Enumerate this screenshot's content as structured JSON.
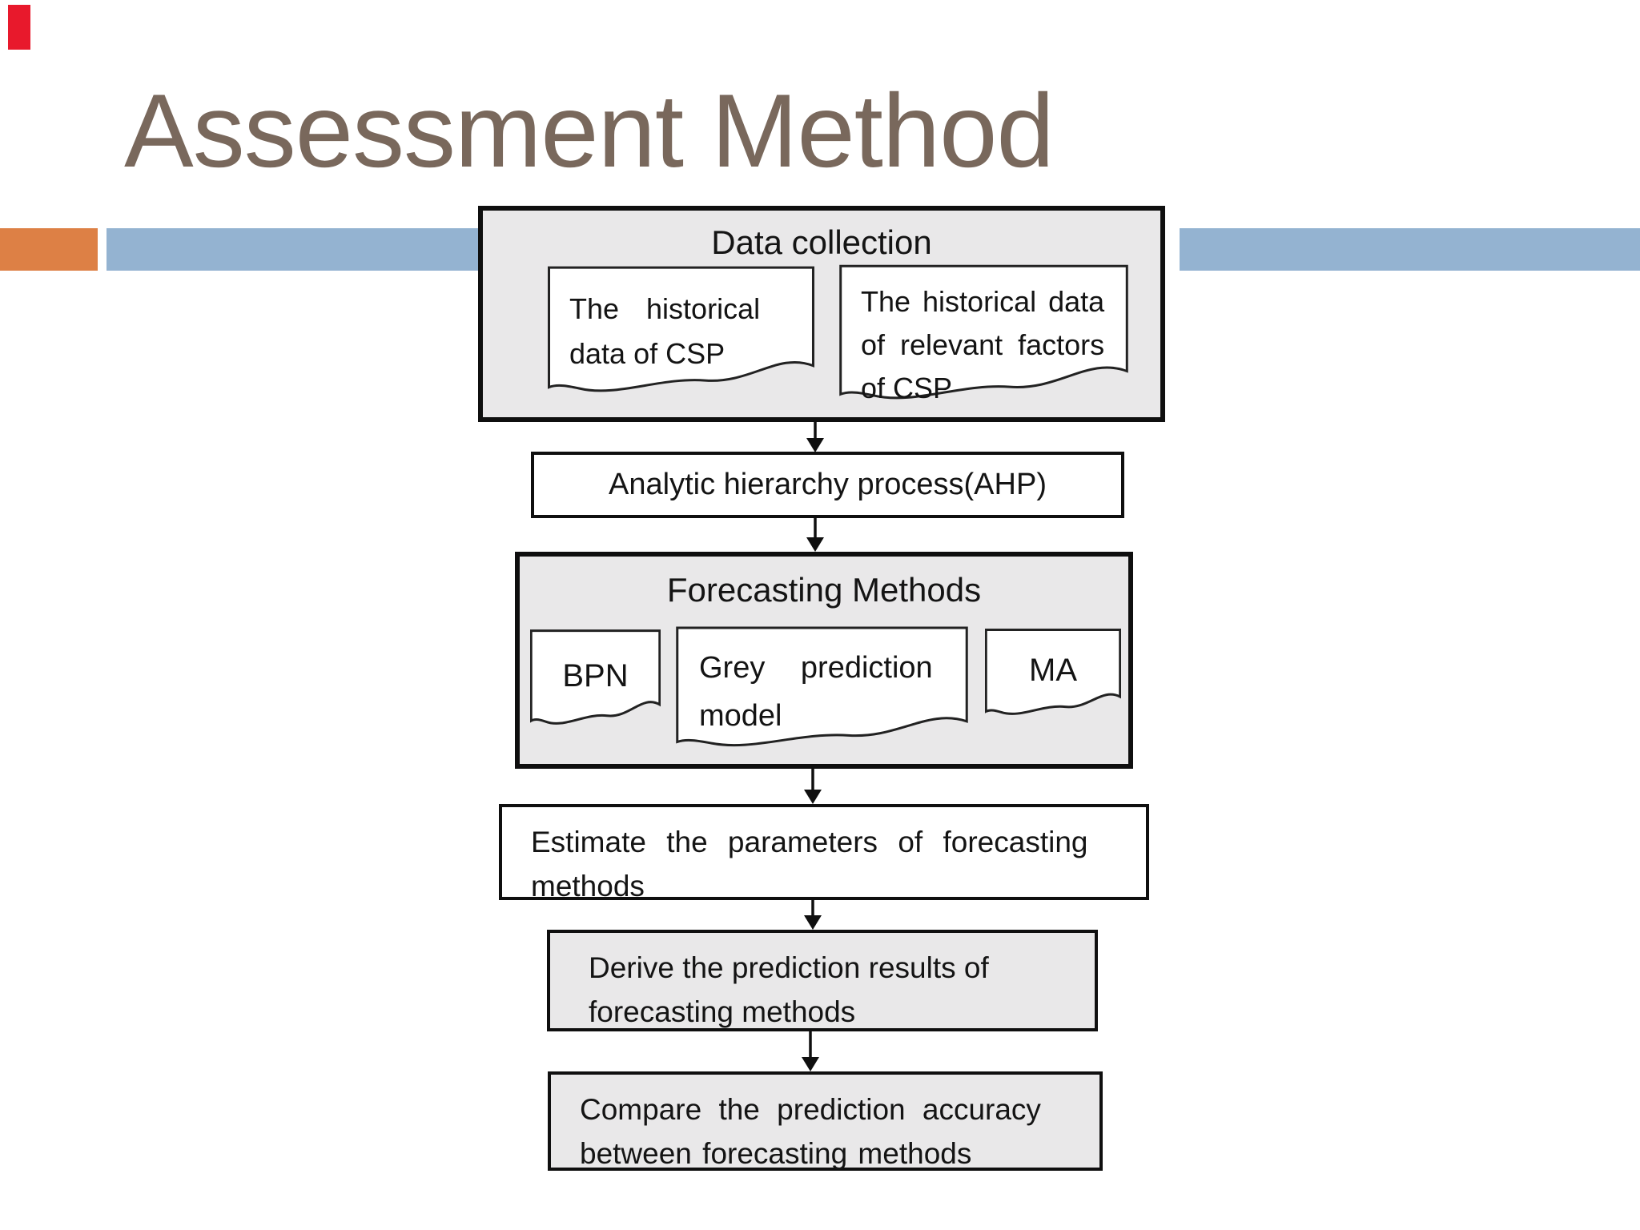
{
  "slide": {
    "title": "Assessment Method",
    "colors": {
      "title_text": "#79685c",
      "accent_orange": "#dd8045",
      "accent_blue": "#94b3d1",
      "corner_red_mark": "#e8192c",
      "box_gray_fill": "#e9e8e9",
      "box_border": "#0f0f0f",
      "body_text": "#141414"
    },
    "icons": {
      "arrow_down_icon": "black vertical line with solid triangle head"
    }
  },
  "flow": {
    "data_collection": {
      "header": "Data collection",
      "doc_csp": {
        "lines": [
          "The historical",
          "data of CSP"
        ]
      },
      "doc_factors": {
        "lines": [
          "The historical data",
          "of relevant factors",
          "of CSP"
        ]
      }
    },
    "ahp": {
      "label": "Analytic hierarchy process(AHP)"
    },
    "forecasting": {
      "header": "Forecasting Methods",
      "doc_bpn": {
        "label": "BPN"
      },
      "doc_grey": {
        "lines": [
          "Grey prediction",
          "model"
        ]
      },
      "doc_ma": {
        "label": "MA"
      }
    },
    "estimate": {
      "lines": [
        "Estimate the parameters of forecasting",
        "methods"
      ]
    },
    "derive": {
      "lines": [
        "Derive the prediction results of",
        "forecasting methods"
      ]
    },
    "compare": {
      "lines": [
        "Compare the prediction accuracy",
        "between forecasting methods"
      ]
    }
  }
}
